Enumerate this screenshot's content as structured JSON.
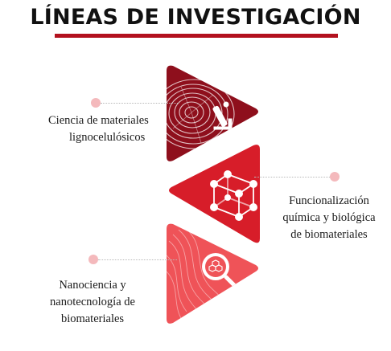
{
  "header": {
    "title": "LÍNEAS DE INVESTIGACIÓN"
  },
  "lines": [
    {
      "label_lines": [
        "Ciencia de materiales",
        "lignocelulósicos"
      ],
      "icon": "wood-rings-microscope-icon",
      "color": "#8e0f1c",
      "dot_color": "#f4b9bc"
    },
    {
      "label_lines": [
        "Funcionalización",
        "química y biológica",
        "de biomateriales"
      ],
      "icon": "molecule-cube-icon",
      "color": "#d71d29",
      "dot_color": "#f4b9bc"
    },
    {
      "label_lines": [
        "Nanociencia y",
        "nanotecnología de",
        "biomateriales"
      ],
      "icon": "magnifier-hexagon-icon",
      "color": "#ef5358",
      "dot_color": "#f4b9bc"
    }
  ]
}
